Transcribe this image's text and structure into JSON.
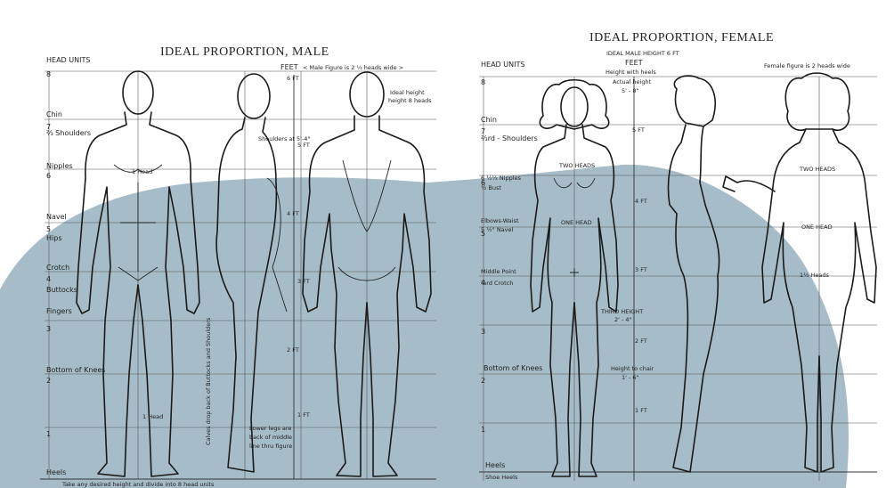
{
  "colors": {
    "backdrop": "#a6bcc8",
    "paper": "#ffffff",
    "ink": "#1a1a1a"
  },
  "male": {
    "title": "IDEAL PROPORTION, MALE",
    "head_units_label": "HEAD UNITS",
    "feet_label": "FEET",
    "feet_note": "< Male Figure is 2 ⅓ heads wide >",
    "ideal_height_label": "Ideal height",
    "ideal_height_value": "height 8 heads",
    "shoulders_note": "Shoulders at 5'-4\"",
    "head_numbers": [
      "8",
      "7",
      "6",
      "5",
      "4",
      "3",
      "2",
      "1"
    ],
    "feet_numbers": [
      "6 FT",
      "5 FT",
      "4 FT",
      "3 FT",
      "2 FT",
      "1 FT"
    ],
    "landmarks": {
      "chin": "Chin",
      "shoulders": "⅔ Shoulders",
      "nipples": "Nipples",
      "navel": "Navel",
      "hips": "Hips",
      "crotch": "Crotch",
      "buttocks": "Buttocks",
      "fingers": "Fingers",
      "knees": "Bottom of Knees",
      "heels": "Heels"
    },
    "one_head": "1 Head",
    "head_width": "1 Head",
    "side_note_vertical": "Calves drop back of Buttocks and Shoulders",
    "lower_legs_note": [
      "Lower legs are",
      "back of middle",
      "line thru figure"
    ],
    "bottom_caption": "Take any desired height and divide into 8 head units"
  },
  "female": {
    "title": "IDEAL PROPORTION, FEMALE",
    "head_units_label": "HEAD UNITS",
    "feet_label": "FEET",
    "feet_sub": "IDEAL MALE HEIGHT 6 FT",
    "height_with_heels": "Height with heels",
    "actual_height": "Actual height",
    "actual_height_value": "5' - 8\"",
    "width_note": "Female figure is 2 heads wide",
    "head_numbers": [
      "8",
      "7",
      "6",
      "5",
      "4",
      "3",
      "2",
      "1"
    ],
    "feet_numbers": [
      "5 FT",
      "4 FT",
      "3 FT",
      "2 FT",
      "1 FT"
    ],
    "landmarks": {
      "chin": "Chin",
      "shoulders": "⅔rd - Shoulders",
      "nipples": "6 ½½ Nipples",
      "bust": "½ Bust",
      "waist": "Elbows-Waist",
      "navel": "5 ½° Navel",
      "middle": "Middle Point",
      "crotch": "⅔rd Crotch",
      "knees": "Bottom of Knees",
      "heels": "Heels",
      "shoe_heels": "Shoe Heels"
    },
    "two_heads": "TWO HEADS",
    "one_head": "ONE HEAD",
    "one_half_heads": "1½ Heads",
    "tall_heads": "TWO HEADS",
    "third_height": "THIRD HEIGHT",
    "third_height_value": "2' - 4\"",
    "height_to_chair": "Height to chair",
    "height_to_chair_value": "1' - 6\""
  }
}
